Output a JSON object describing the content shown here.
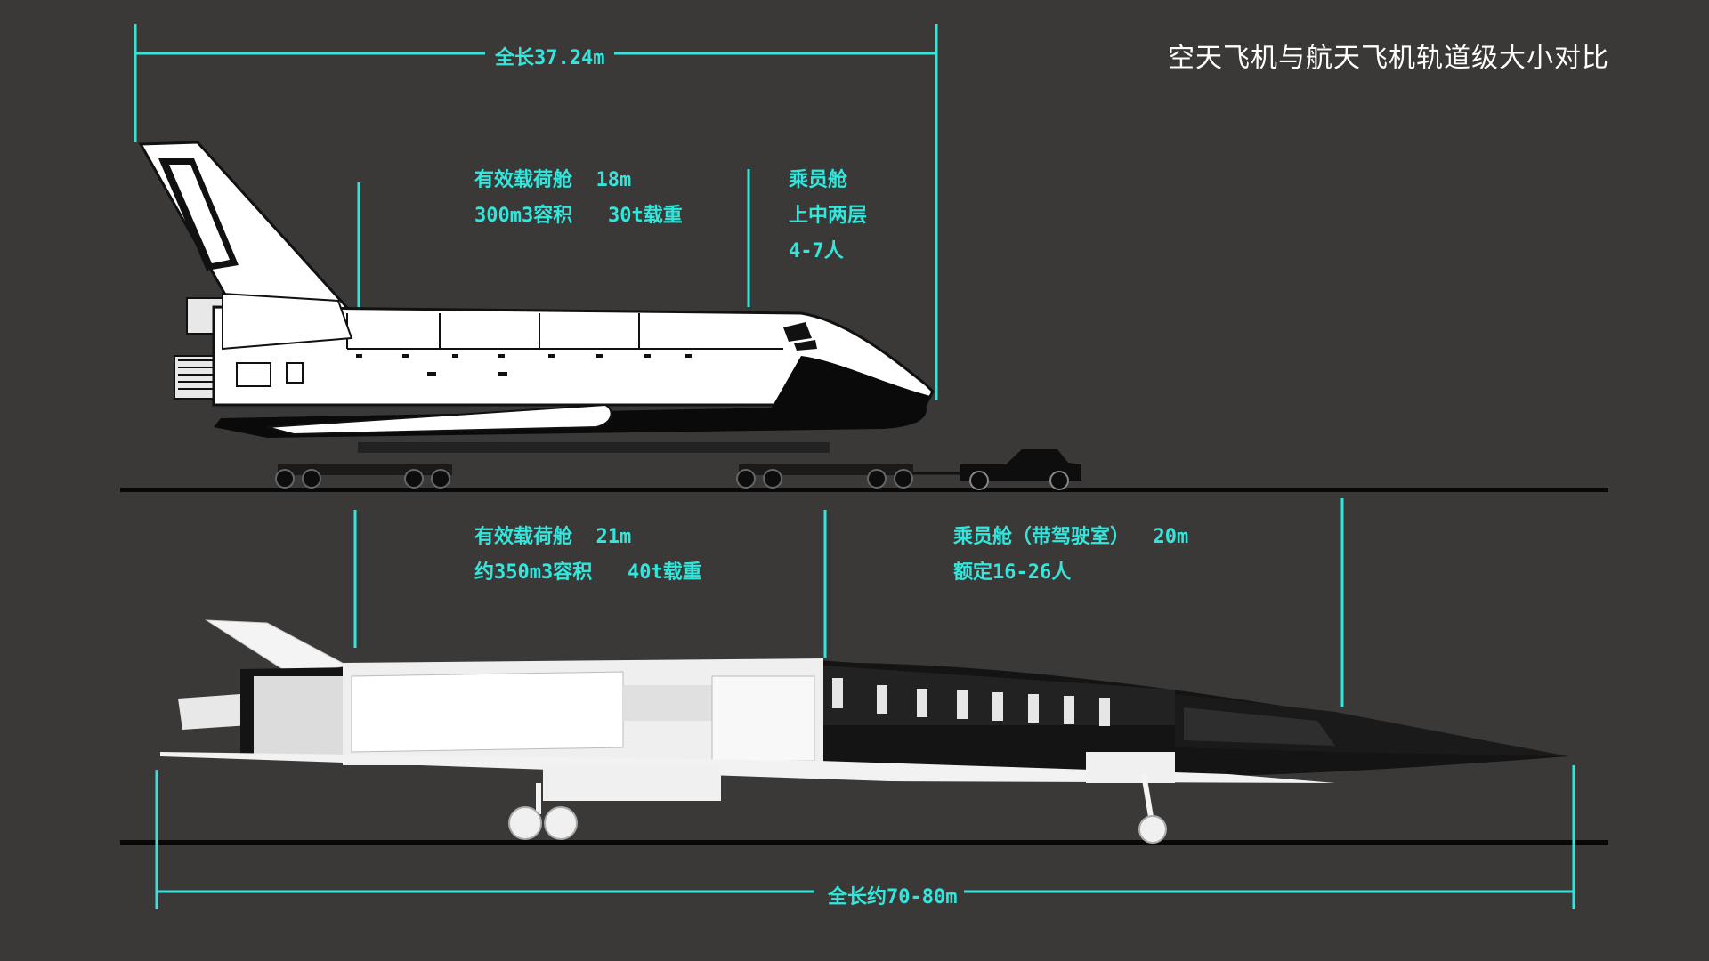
{
  "title": "空天飞机与航天飞机轨道级大小对比",
  "colors": {
    "background": "#3b3937",
    "accent": "#33e6dc",
    "title": "#ffffff"
  },
  "shuttle": {
    "length_label": "全长37.24m",
    "payload": {
      "line1": "有效载荷舱  18m",
      "line2": "300m3容积   30t载重"
    },
    "crew": {
      "line1": "乘员舱",
      "line2": "上中两层",
      "line3": "4-7人"
    }
  },
  "spaceplane": {
    "length_label": "全长约70-80m",
    "payload": {
      "line1": "有效载荷舱  21m",
      "line2": "约350m3容积   40t载重"
    },
    "crew": {
      "line1": "乘员舱（带驾驶室）  20m",
      "line2": "额定16-26人"
    }
  }
}
